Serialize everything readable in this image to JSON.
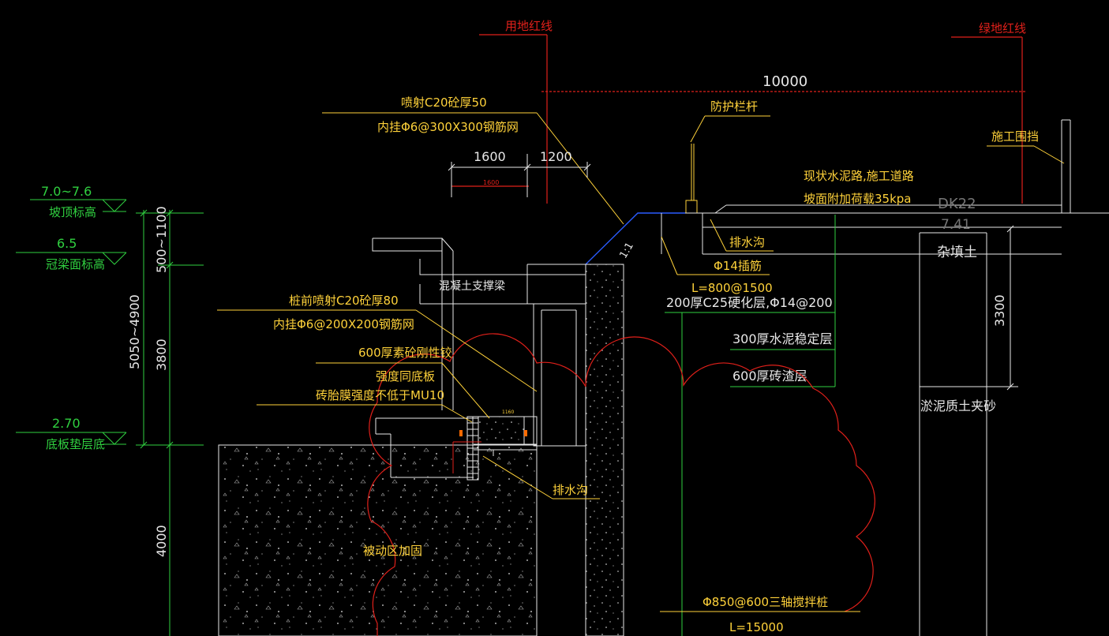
{
  "colors": {
    "background": "#000000",
    "red": "#e0201a",
    "green": "#30d040",
    "yellow": "#ffd23a",
    "white": "#e8e8e8",
    "blue": "#2a5cff",
    "orange": "#ff9a2a"
  },
  "red_lines": {
    "land_line": "用地红线",
    "green_line": "绿地红线",
    "width_10000": "10000"
  },
  "top_notes": {
    "shotcrete_1": "喷射C20砼厚50",
    "shotcrete_1b": "内挂Φ6@300X300钢筋网",
    "dim_1600": "1600",
    "dim_1200": "1200",
    "dim_1600_small": "1600",
    "slope_ratio": "1:1",
    "guard_rail": "防护栏杆",
    "site_fence": "施工围挡",
    "road_1": "现状水泥路,施工道路",
    "road_2": "坡面附加荷载35kpa",
    "dk": "DK22",
    "dk_elev": "7.41",
    "drain_1": "排水沟",
    "phi14": "Φ14插筋",
    "l800": "L=800@1500",
    "hard_layer": "200厚C25硬化层,Φ14@200",
    "cement_layer": "300厚水泥稳定层",
    "brick_layer": "600厚砖渣层"
  },
  "left_levels": {
    "top_elev": "7.0~7.6",
    "top_elev_label": "坡顶标高",
    "crown_elev": "6.5",
    "crown_elev_label": "冠梁面标高",
    "base_elev": "2.70",
    "base_elev_label": "底板垫层底",
    "dim_500_1100": "500~1100",
    "dim_5050_4900": "5050~4900",
    "dim_3800": "3800",
    "dim_4000": "4000"
  },
  "section_notes": {
    "strut": "混凝土支撑梁",
    "pile_shot_1": "桩前喷射C20砼厚80",
    "pile_shot_2": "内挂Φ6@200X200钢筋网",
    "plain_conc": "600厚素砼刚性铰",
    "same_strength": "强度同底板",
    "brick_mould": "砖胎膜强度不低于MU10",
    "drain_2": "排水沟",
    "passive_zone": "被动区加固",
    "pile_spec": "Φ850@600三轴搅拌桩",
    "pile_len": "L=15000",
    "small_dim": "1160"
  },
  "soil": {
    "fill": "杂填土",
    "silt": "淤泥质土夹砂",
    "dim_3300": "3300"
  }
}
